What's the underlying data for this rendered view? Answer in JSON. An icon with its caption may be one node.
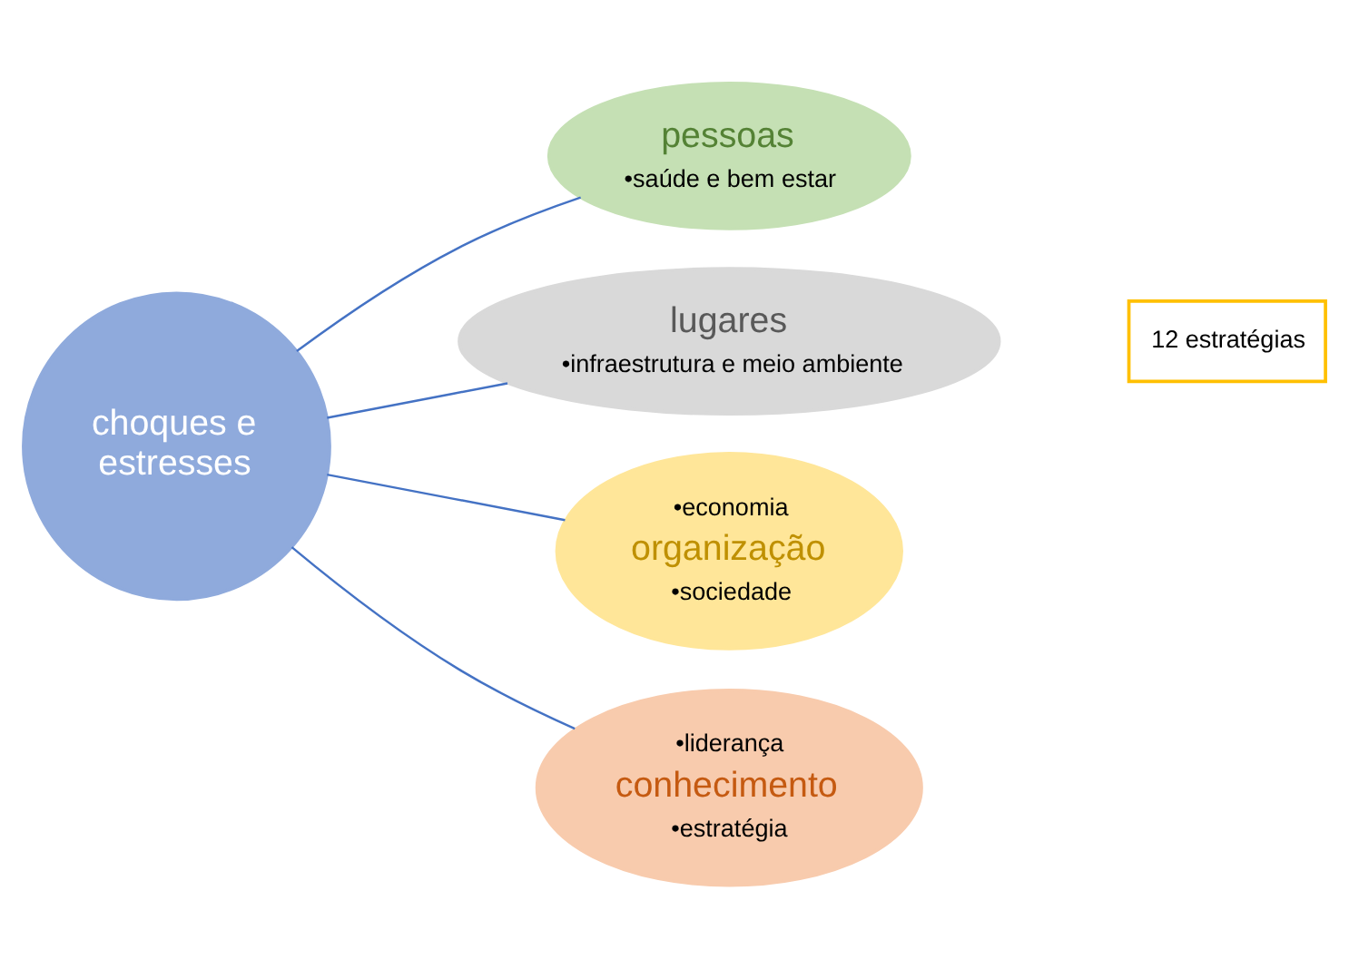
{
  "diagram": {
    "nodes": [
      {
        "text": [
          "choques e estresses"
        ]
      },
      {
        "text": [
          "pessoas",
          "•saúde e bem estar"
        ]
      },
      {
        "text": [
          "lugares",
          "•infraestrutura e meio ambiente"
        ]
      },
      {
        "text": [
          "•economia",
          "organização",
          "•sociedade"
        ]
      },
      {
        "text": [
          "•liderança",
          "conhecimento",
          "•estratégia"
        ]
      },
      {
        "text": [
          "12 estratégias"
        ]
      }
    ],
    "edges": [
      {
        "from": 0,
        "to": 1,
        "arrow": "none"
      },
      {
        "from": 0,
        "to": 2,
        "arrow": "none"
      },
      {
        "from": 0,
        "to": 3,
        "arrow": "none"
      },
      {
        "from": 0,
        "to": 4,
        "arrow": "none"
      }
    ]
  }
}
